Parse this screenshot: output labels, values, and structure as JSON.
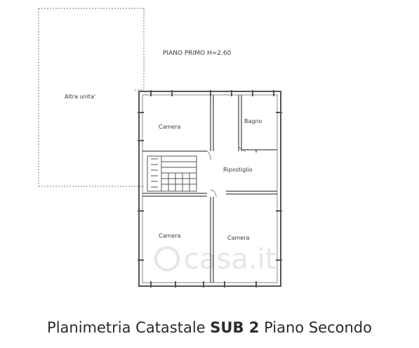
{
  "plan": {
    "floor_label": "PIANO PRIMO H=2.60",
    "rooms": {
      "other_unit": "Altra unita'",
      "bedroom_top_left": "Camera",
      "bathroom": "Bagno",
      "storage": "Ripostiglio",
      "bedroom_bottom_left": "Camera",
      "bedroom_bottom_right": "Camera"
    },
    "watermark": "casa.it"
  },
  "caption": {
    "prefix": "Planimetria Catastale",
    "bold": "SUB 2",
    "suffix": "Piano Secondo"
  }
}
